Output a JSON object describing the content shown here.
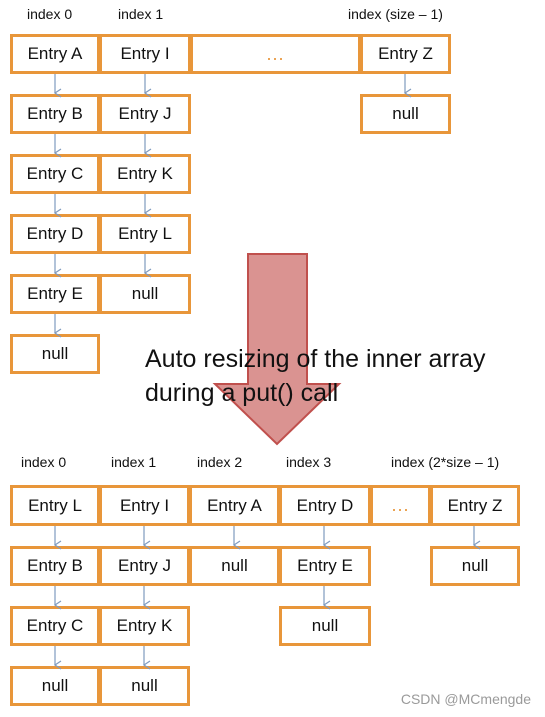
{
  "top_array": {
    "index_labels": [
      "index 0",
      "index 1",
      "index (size – 1)"
    ],
    "cells": [
      "Entry A",
      "Entry I",
      "...",
      "Entry Z"
    ],
    "chains": {
      "index0": [
        "Entry B",
        "Entry C",
        "Entry D",
        "Entry E",
        "null"
      ],
      "index1": [
        "Entry J",
        "Entry K",
        "Entry L",
        "null"
      ],
      "last": [
        "null"
      ]
    }
  },
  "transition": {
    "caption": "Auto resizing of the inner array during a put() call",
    "arrow_color": "#da9391"
  },
  "bottom_array": {
    "index_labels": [
      "index 0",
      "index 1",
      "index 2",
      "index 3",
      "index (2*size – 1)"
    ],
    "cells": [
      "Entry L",
      "Entry I",
      "Entry A",
      "Entry D",
      "...",
      "Entry Z"
    ],
    "chains": {
      "index0": [
        "Entry B",
        "Entry C",
        "null"
      ],
      "index1": [
        "Entry J",
        "Entry K",
        "null"
      ],
      "index2": [
        "null"
      ],
      "index3": [
        "Entry E",
        "null"
      ],
      "last": [
        "null"
      ]
    }
  },
  "watermark": "CSDN @MCmengde",
  "colors": {
    "box_border": "#e8963a",
    "connector": "#7f9bbf"
  }
}
